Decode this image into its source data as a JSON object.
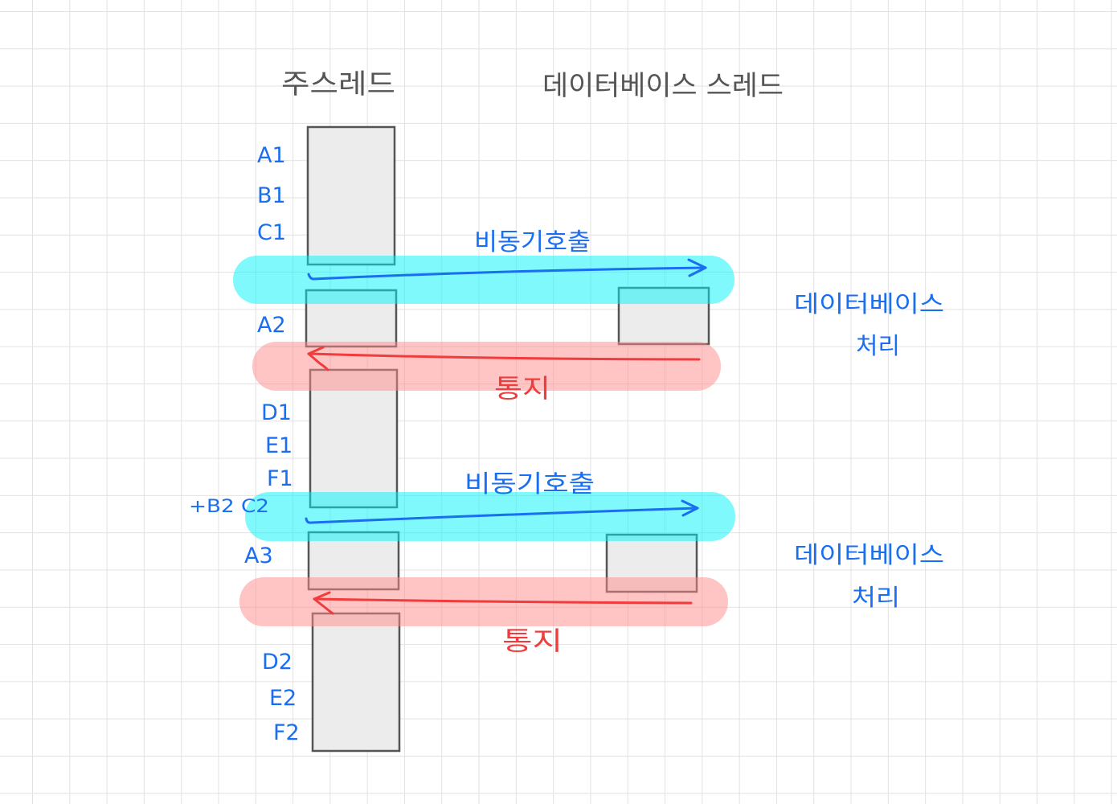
{
  "titles": {
    "main_thread": "주스레드",
    "db_thread": "데이터베이스 스레드"
  },
  "main_labels": {
    "group1": [
      "A1",
      "B1",
      "C1"
    ],
    "a2": "A2",
    "group2": [
      "D1",
      "E1",
      "F1"
    ],
    "extra": "+B2 C2",
    "a3": "A3",
    "group3": [
      "D2",
      "E2",
      "F2"
    ]
  },
  "messages": {
    "call1": "비동기호출",
    "notify1": "통지",
    "call2": "비동기호출",
    "notify2": "통지"
  },
  "db_labels": [
    {
      "line1": "데이터베이스",
      "line2": "처리"
    },
    {
      "line1": "데이터베이스",
      "line2": "처리"
    }
  ],
  "colors": {
    "label_blue": "#1a6ef0",
    "title_gray": "#555555",
    "notify_red": "#f03c3c",
    "highlight_cyan": "#00f4f8",
    "highlight_pink": "#ff8a8a",
    "box_fill": "#ececec",
    "box_stroke": "#555555",
    "grid_line": "#e2e2e2"
  }
}
